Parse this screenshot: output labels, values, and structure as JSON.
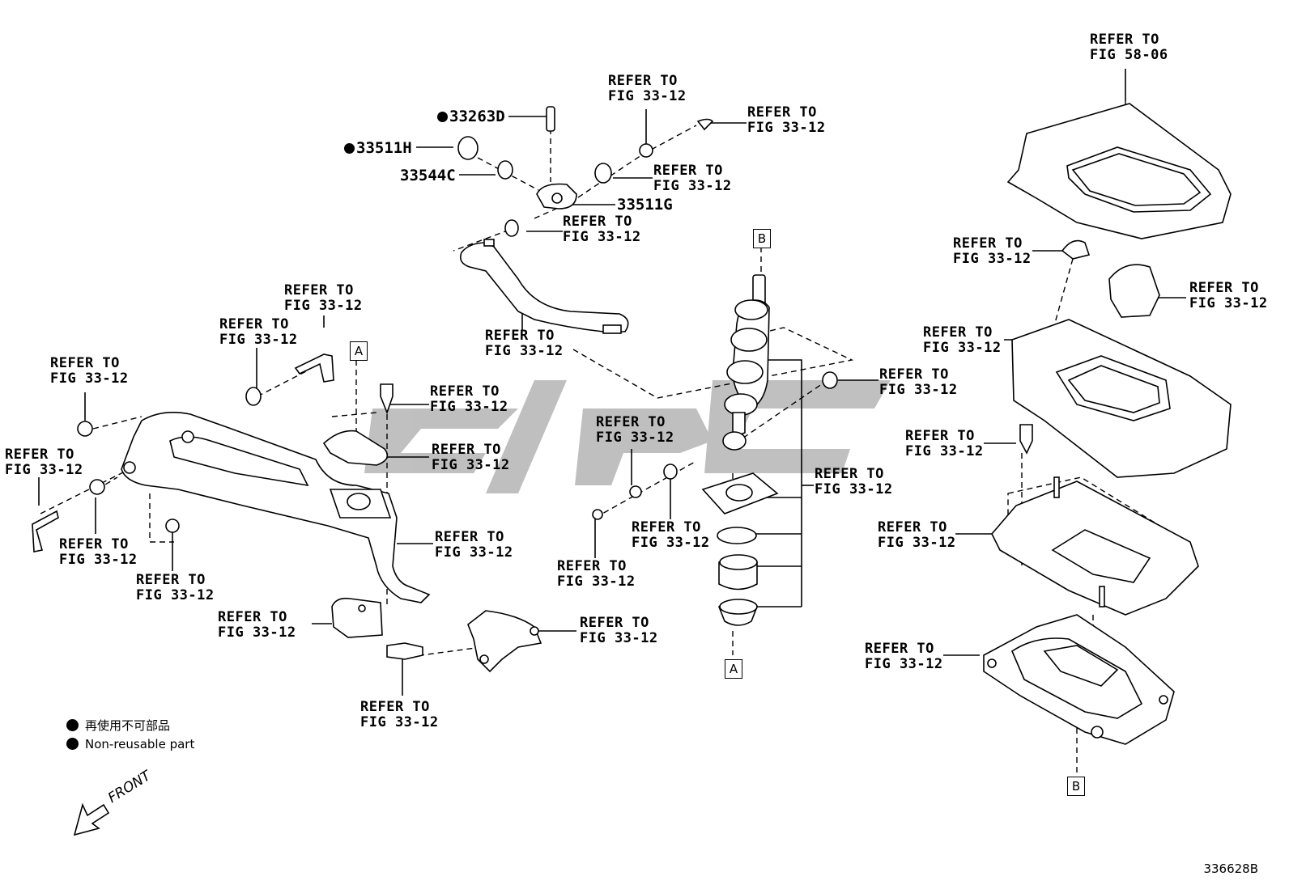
{
  "refer_lines": [
    "REFER TO",
    "FIG 33-12"
  ],
  "refer_top_lines": [
    "REFER TO",
    "FIG 58-06"
  ],
  "part_numbers": [
    "33263D",
    "33511H",
    "33544C",
    "33511G"
  ],
  "box_labels": {
    "a": "A",
    "b": "B"
  },
  "legend": {
    "jp": "再使用不可部品",
    "en": "Non-reusable part"
  },
  "front": "FRONT",
  "figure_code": "336628B",
  "colors": {
    "line": "#000000",
    "watermark": "#b5b5b5"
  },
  "icons": {
    "front_arrow": "arrow-left-down-icon",
    "non_reusable": "filled-circle-icon"
  }
}
